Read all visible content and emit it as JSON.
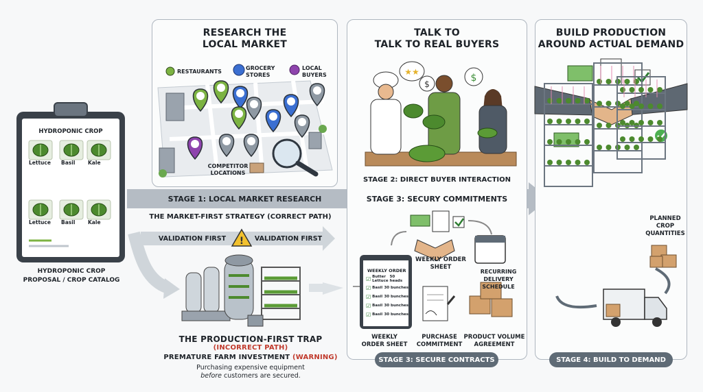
{
  "catalog": {
    "header": "HYDROPONIC CROP",
    "crops": [
      "Lettuce",
      "Basil",
      "Kale",
      "Lettuce",
      "Basil",
      "Kale"
    ],
    "caption_line1": "HYDROPONIC CROP",
    "caption_line2": "PROPOSAL / CROP CATALOG"
  },
  "panel1": {
    "title_line1": "RESEARCH THE",
    "title_line2": "LOCAL MARKET",
    "legend_restaurants": "RESTAURANTS",
    "legend_grocery_1": "GROCERY",
    "legend_grocery_2": "STORES",
    "legend_buyers_1": "LOCAL",
    "legend_buyers_2": "BUYERS",
    "competitor_1": "COMPETITOR",
    "competitor_2": "LOCATIONS"
  },
  "panel2": {
    "title_line1": "TALK TO",
    "title_line2": "TALK TO REAL BUYERS",
    "stage_label": "STAGE 2: DIRECT BUYER INTERACTION",
    "order_title": "WEEKLY ORDER",
    "order_rows": [
      {
        "item": "Butter Lettuce",
        "qty": "50 heads"
      },
      {
        "item": "Basil",
        "qty": "30 bunches"
      },
      {
        "item": "Basil",
        "qty": "30 bunches"
      },
      {
        "item": "Basil",
        "qty": "30 bunches"
      },
      {
        "item": "Basil",
        "qty": "30 bunches"
      }
    ],
    "weekly_order_sheet_1": "WEEKLY ORDER",
    "weekly_order_sheet_2": "SHEET",
    "recurring_1": "RECURRING",
    "recurring_2": "DELIVERY SCHEDULE",
    "weekly_1": "WEEKLY",
    "weekly_2": "ORDER SHEET",
    "purchase_1": "PURCHASE",
    "purchase_2": "COMMITMENT",
    "volume_1": "PRODUCT VOLUME",
    "volume_2": "AGREEMENT",
    "pill": "STAGE 3: SECURE CONTRACTS"
  },
  "panel3": {
    "title_line1": "BUILD PRODUCTION",
    "title_line2": "AROUND ACTUAL DEMAND",
    "planned_1": "PLANNED",
    "planned_2": "CROP",
    "planned_3": "QUANTITIES",
    "pill": "STAGE 4: BUILD TO DEMAND"
  },
  "flow": {
    "stage1": "STAGE 1: LOCAL MARKET RESEARCH",
    "stage3": "STAGE 3: SECURY COMMITMENTS",
    "strategy": "THE MARKET-FIRST STRATEGY (CORRECT PATH)",
    "validation_left": "VALIDATION FIRST",
    "validation_right": "VALIDATION FIRST"
  },
  "trap": {
    "title": "THE PRODUCTION-FIRST TRAP",
    "subtitle": "(INCORRECT PATH)",
    "warning_main": "PREMATURE FARM INVESTMENT ",
    "warning_tag": "(WARNING)",
    "desc_line1": "Purchasing expensive equipment",
    "desc_before": "before",
    "desc_rest": " customers are secured."
  },
  "colors": {
    "arrow": "#8f99a3",
    "accent_red": "#c0392b",
    "pin_green": "#7cb342",
    "pin_blue": "#3b6fd1",
    "pin_purple": "#8e44ad",
    "leaf": "#4c8a2e",
    "warning": "#f2c12e"
  }
}
